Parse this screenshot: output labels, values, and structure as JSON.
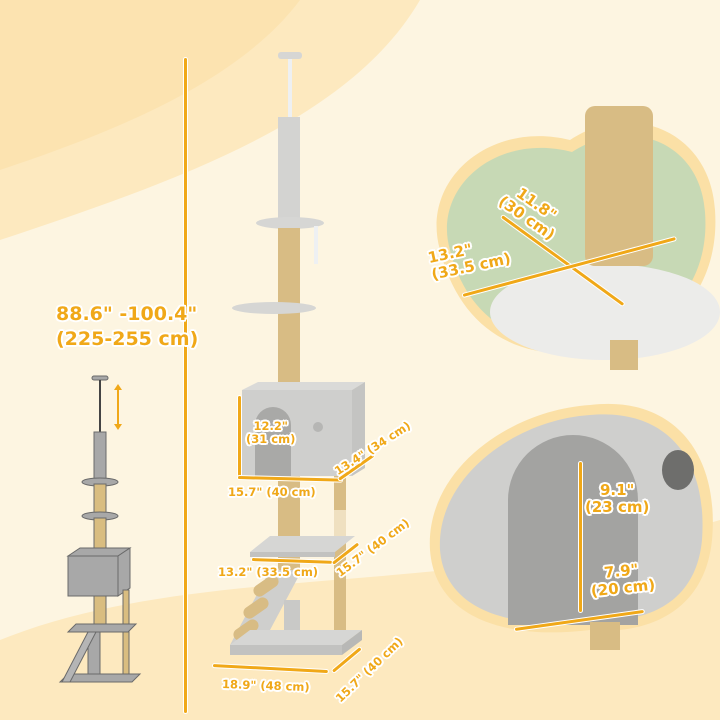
{
  "colors": {
    "background": "#fdf5e1",
    "accent": "#f0a818",
    "plush_gray": "#d2d2d0",
    "sisal": "#d8bc84",
    "photo_green": "#c7d9b5"
  },
  "overall_height": {
    "inches": "88.6\" -100.4\"",
    "cm": "(225-255 cm)"
  },
  "house": {
    "height_in": "12.2\"",
    "height_cm": "(31 cm)",
    "width": "15.7\" (40 cm)",
    "depth": "13.4\" (34 cm)"
  },
  "middle_platform": {
    "width": "13.2\" (33.5 cm)",
    "depth": "15.7\" (40 cm)"
  },
  "base": {
    "width": "18.9\" (48 cm)",
    "depth": "15.7\" (40 cm)"
  },
  "round_perch_detail": {
    "length_in": "11.8\"",
    "length_cm": "(30 cm)",
    "width_in": "13.2\"",
    "width_cm": "(33.5 cm)"
  },
  "door_detail": {
    "height_in": "9.1\"",
    "height_cm": "(23 cm)",
    "width_in": "7.9\"",
    "width_cm": "(20 cm)"
  },
  "icons": {
    "adjust_arrow": "double-vertical-arrow"
  }
}
